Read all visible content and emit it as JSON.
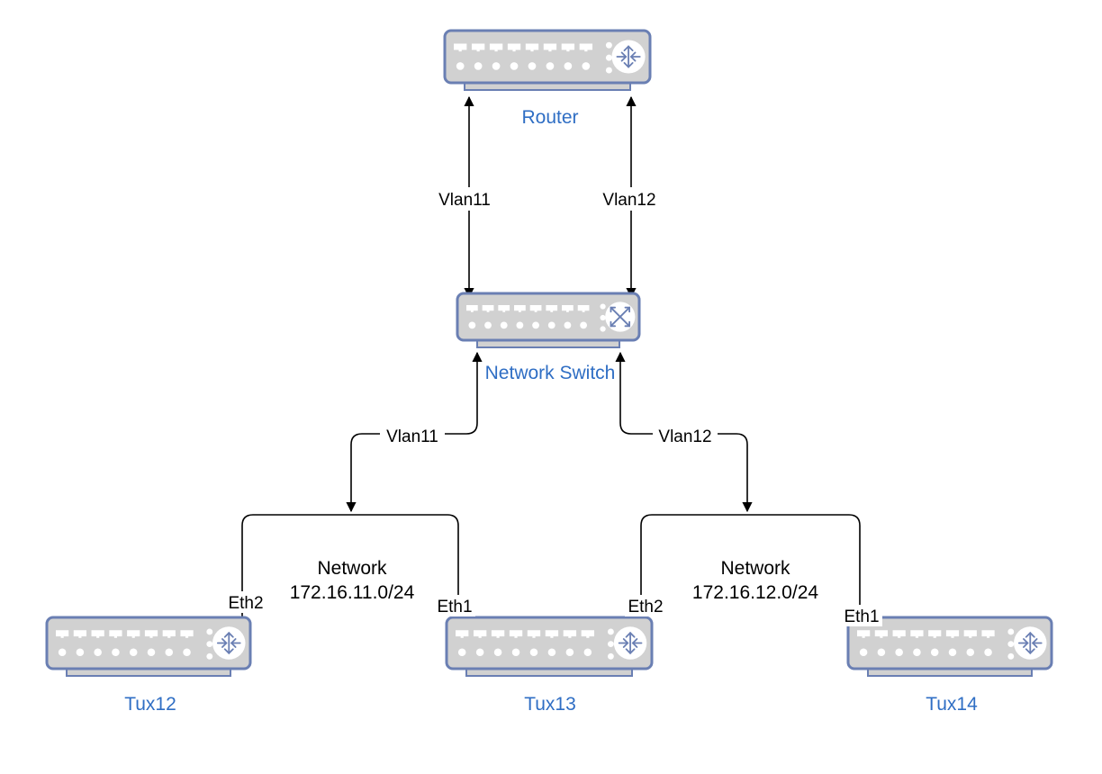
{
  "devices": {
    "router": {
      "label": "Router",
      "kind": "router"
    },
    "switch": {
      "label": "Network Switch",
      "kind": "switch"
    },
    "tux12": {
      "label": "Tux12",
      "kind": "router"
    },
    "tux13": {
      "label": "Tux13",
      "kind": "router"
    },
    "tux14": {
      "label": "Tux14",
      "kind": "router"
    }
  },
  "links": {
    "router_switch_left": "Vlan11",
    "router_switch_right": "Vlan12",
    "switch_net1": "Vlan11",
    "switch_net2": "Vlan12"
  },
  "networks": {
    "net1": {
      "title": "Network",
      "cidr": "172.16.11.0/24",
      "left_port": "Eth2",
      "right_port": "Eth1"
    },
    "net2": {
      "title": "Network",
      "cidr": "172.16.12.0/24",
      "left_port": "Eth2",
      "right_port": "Eth1"
    }
  },
  "colors": {
    "device_fill": "#d1d1d1",
    "device_stroke": "#6a7fb3",
    "device_label": "#2f6ec4",
    "edge": "#000000"
  }
}
